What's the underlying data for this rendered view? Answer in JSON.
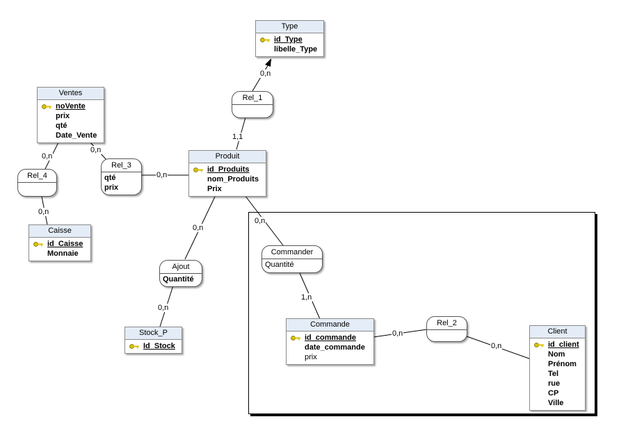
{
  "entities": {
    "type": {
      "name": "Type",
      "attrs": [
        {
          "label": "id_Type",
          "key": true
        },
        {
          "label": "libelle_Type"
        }
      ]
    },
    "ventes": {
      "name": "Ventes",
      "attrs": [
        {
          "label": "noVente",
          "key": true
        },
        {
          "label": "prix"
        },
        {
          "label": "qté"
        },
        {
          "label": "Date_Vente"
        }
      ]
    },
    "produit": {
      "name": "Produit",
      "attrs": [
        {
          "label": "id_Produits",
          "key": true
        },
        {
          "label": "nom_Produits"
        },
        {
          "label": "Prix"
        }
      ]
    },
    "caisse": {
      "name": "Caisse",
      "attrs": [
        {
          "label": "id_Caisse",
          "key": true
        },
        {
          "label": "Monnaie"
        }
      ]
    },
    "stock_p": {
      "name": "Stock_P",
      "attrs": [
        {
          "label": "Id_Stock",
          "key": true
        }
      ]
    },
    "commande": {
      "name": "Commande",
      "attrs": [
        {
          "label": "id_commande",
          "key": true
        },
        {
          "label": "date_commande"
        },
        {
          "label": "prix",
          "plain": true
        }
      ]
    },
    "client": {
      "name": "Client",
      "attrs": [
        {
          "label": "id_client",
          "key": true
        },
        {
          "label": "Nom"
        },
        {
          "label": "Prénom"
        },
        {
          "label": "Tel"
        },
        {
          "label": "rue"
        },
        {
          "label": "CP"
        },
        {
          "label": "Ville"
        }
      ]
    }
  },
  "associations": {
    "rel_1": {
      "name": "Rel_1",
      "attrs": []
    },
    "rel_3": {
      "name": "Rel_3",
      "attrs": [
        {
          "label": "qté"
        },
        {
          "label": "prix"
        }
      ]
    },
    "rel_4": {
      "name": "Rel_4",
      "attrs": []
    },
    "ajout": {
      "name": "Ajout",
      "attrs": [
        {
          "label": "Quantité"
        }
      ]
    },
    "commander": {
      "name": "Commander",
      "attrs": [
        {
          "label": "Quantité",
          "plain": true
        }
      ]
    },
    "rel_2": {
      "name": "Rel_2",
      "attrs": []
    }
  },
  "cardinalities": {
    "type_rel1": "0,n",
    "produit_rel1": "1,1",
    "ventes_rel4": "0,n",
    "caisse_rel4": "0,n",
    "ventes_rel3": "0,n",
    "produit_rel3": "0,n",
    "produit_ajout": "0,n",
    "stock_ajout": "0,n",
    "produit_commander": "0,n",
    "commande_commander": "1,n",
    "commande_rel2": "0,n",
    "client_rel2": "0,n"
  },
  "colors": {
    "entity_header": "#e4ecf7",
    "border": "#8a8a8a",
    "key_icon": "#d8c000"
  }
}
